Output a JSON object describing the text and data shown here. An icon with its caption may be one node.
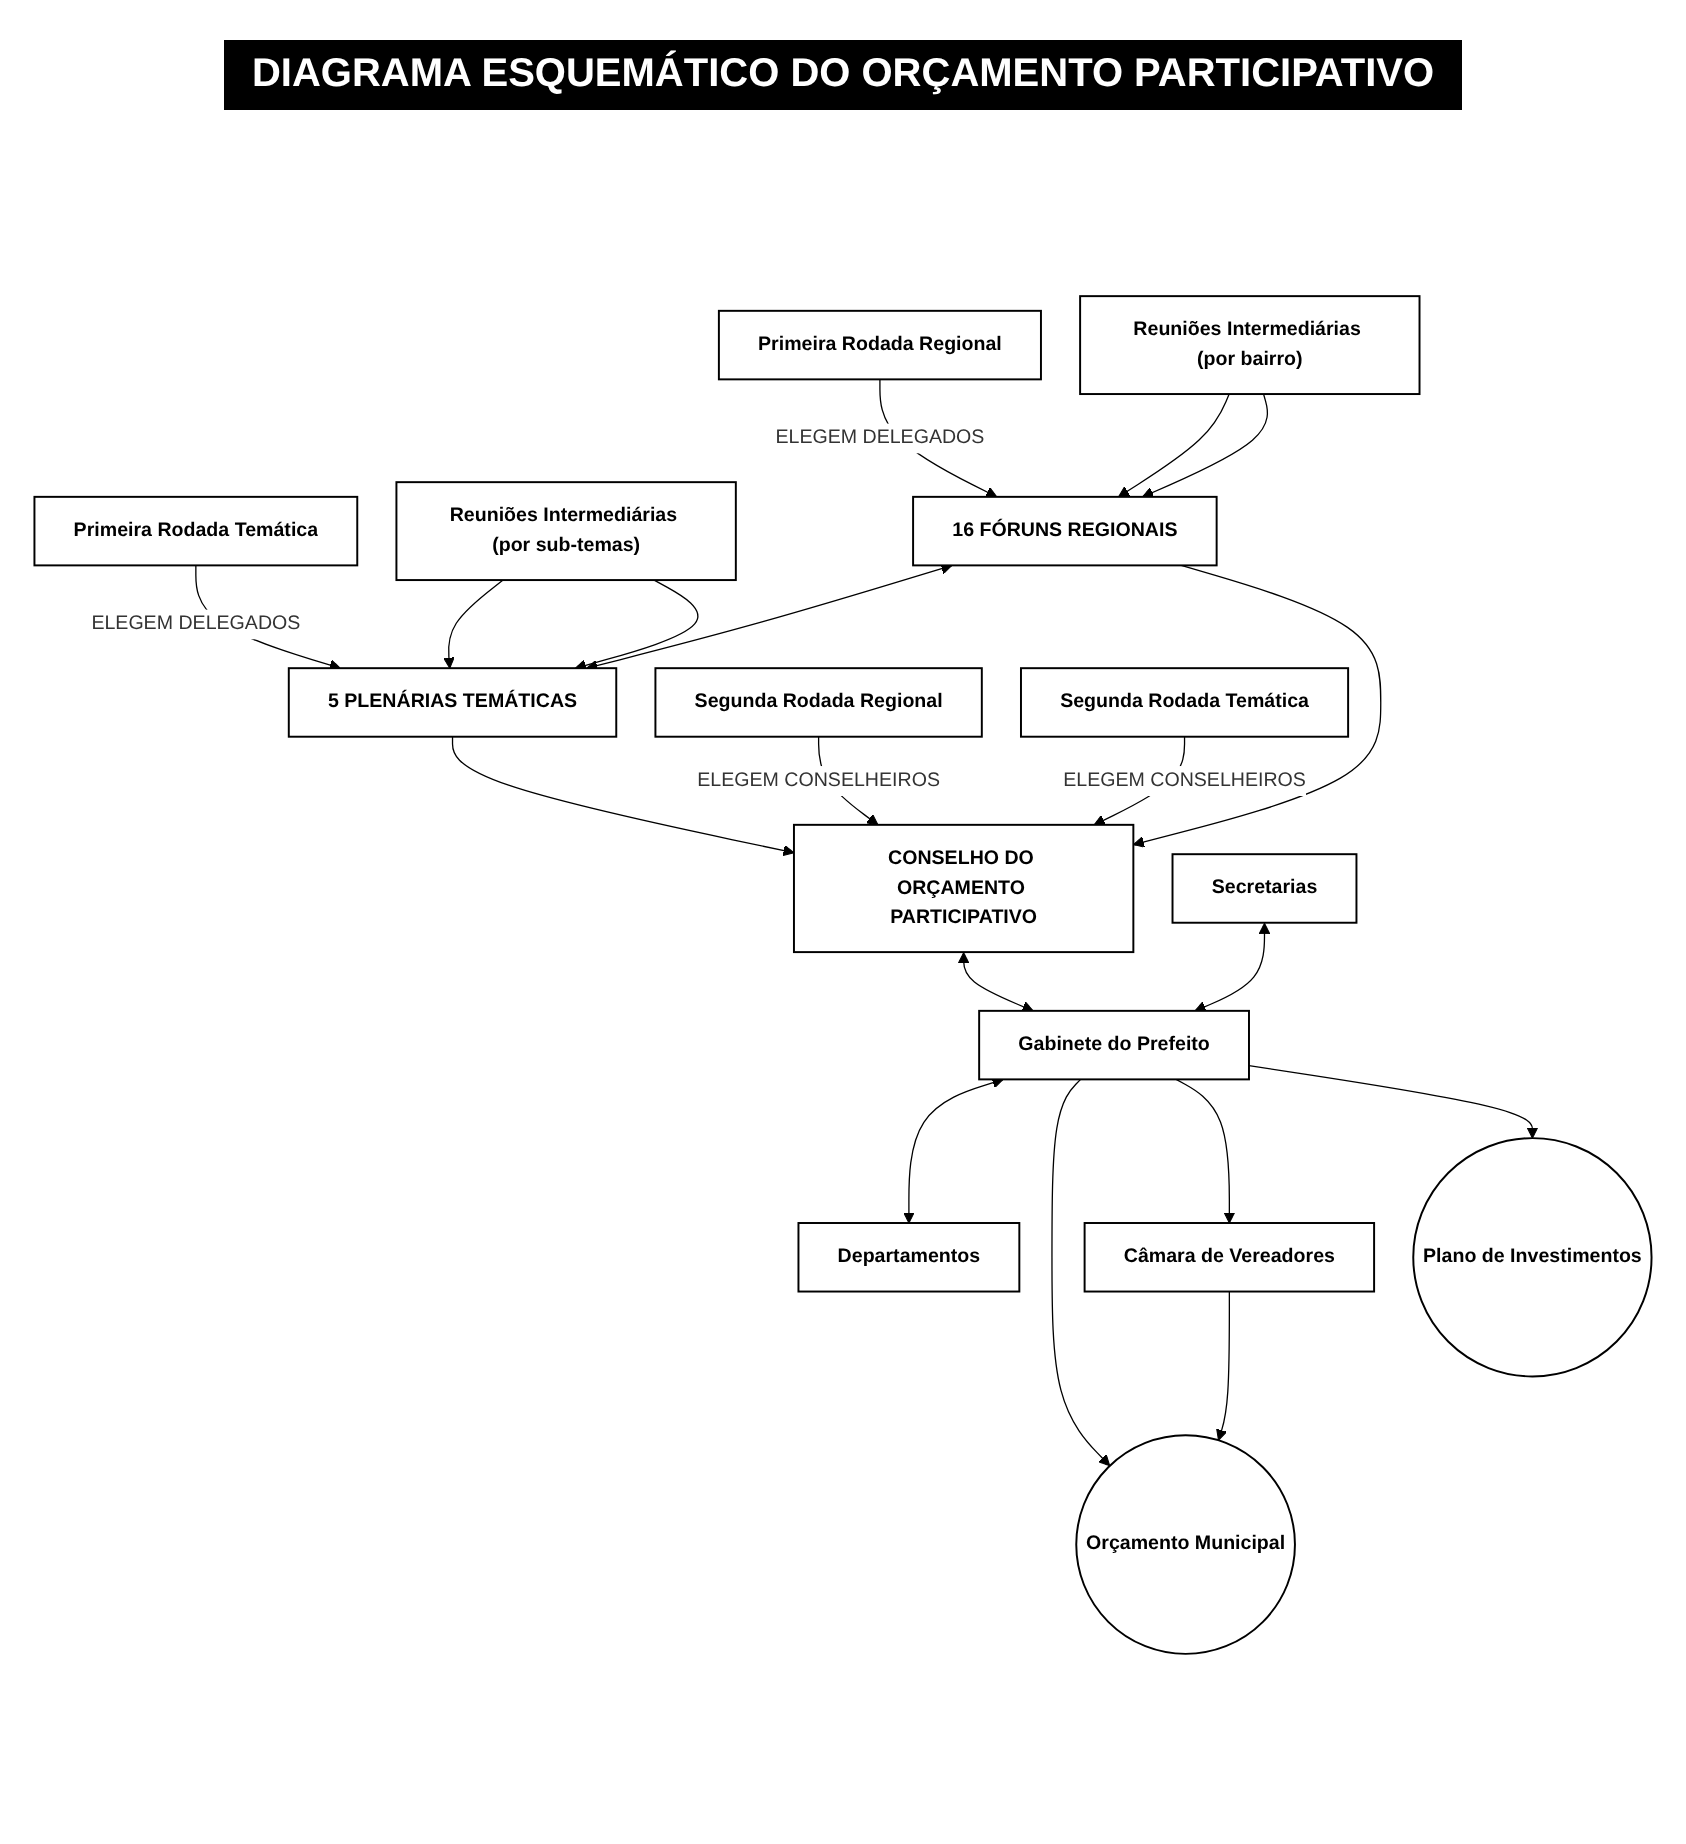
{
  "diagram": {
    "title": "DIAGRAMA ESQUEMÁTICO DO ORÇAMENTO PARTICIPATIVO",
    "nodes": [
      {
        "text": [
          "Primeira Rodada Regional"
        ]
      },
      {
        "text": [
          "Primeira Rodada Temática"
        ]
      },
      {
        "text": [
          "Reuniões Intermediárias (por bairro)"
        ]
      },
      {
        "text": [
          "Reuniões Intermediárias (por sub-temas)"
        ]
      },
      {
        "text": [
          "16 FÓRUNS REGIONAIS"
        ]
      },
      {
        "text": [
          "5 PLENÁRIAS TEMÁTICAS"
        ]
      },
      {
        "text": [
          "Segunda Rodada Regional"
        ]
      },
      {
        "text": [
          "Segunda Rodada Temática"
        ]
      },
      {
        "text": [
          "CONSELHO DO ORÇAMENTO PARTICIPATIVO"
        ]
      },
      {
        "text": [
          "Secretarias"
        ]
      },
      {
        "text": [
          "Gabinete do Prefeito"
        ]
      },
      {
        "text": [
          "Departamentos"
        ]
      },
      {
        "text": [
          "Orçamento Municipal"
        ]
      },
      {
        "text": [
          "Câmara de Vereadores"
        ]
      },
      {
        "text": [
          "Plano de Investimentos"
        ]
      }
    ],
    "edges": [
      {
        "from": 0,
        "to": 4,
        "arrow": "to",
        "label": "ELEGEM DELEGADOS"
      },
      {
        "from": 2,
        "to": 4,
        "arrow": "to"
      },
      {
        "from": 2,
        "to": 4,
        "arrow": "to"
      },
      {
        "from": 1,
        "to": 5,
        "arrow": "to",
        "label": "ELEGEM DELEGADOS"
      },
      {
        "from": 3,
        "to": 5,
        "arrow": "to"
      },
      {
        "from": 3,
        "to": 5,
        "arrow": "to"
      },
      {
        "from": 4,
        "to": 5,
        "arrow": "both"
      },
      {
        "from": 4,
        "to": 8,
        "arrow": "to"
      },
      {
        "from": 5,
        "to": 8,
        "arrow": "to"
      },
      {
        "from": 6,
        "to": 8,
        "arrow": "to",
        "label": "ELEGEM CONSELHEIROS"
      },
      {
        "from": 7,
        "to": 8,
        "arrow": "to",
        "label": "ELEGEM CONSELHEIROS"
      },
      {
        "from": 8,
        "to": 10,
        "arrow": "both"
      },
      {
        "from": 9,
        "to": 10,
        "arrow": "both"
      },
      {
        "from": 10,
        "to": 11,
        "arrow": "both"
      },
      {
        "from": 10,
        "to": 12,
        "arrow": "to"
      },
      {
        "from": 10,
        "to": 13,
        "arrow": "to"
      },
      {
        "from": 10,
        "to": 14,
        "arrow": "to"
      },
      {
        "from": 13,
        "to": 12,
        "arrow": "to"
      }
    ]
  }
}
